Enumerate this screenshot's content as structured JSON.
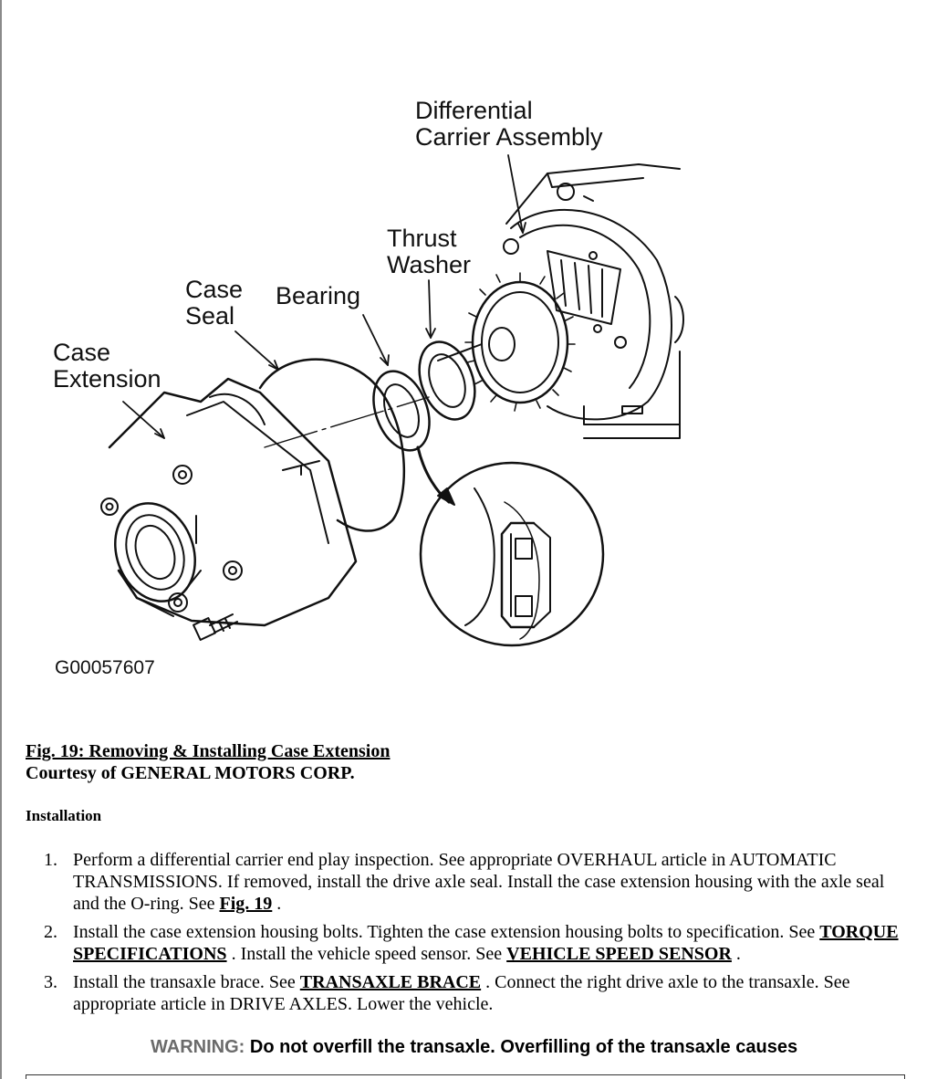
{
  "figure": {
    "callouts": {
      "differential_1": "Differential",
      "differential_2": "Carrier Assembly",
      "thrust_1": "Thrust",
      "thrust_2": "Washer",
      "case_seal_1": "Case",
      "case_seal_2": "Seal",
      "bearing": "Bearing",
      "case_ext_1": "Case",
      "case_ext_2": "Extension"
    },
    "figure_id": "G00057607"
  },
  "caption": {
    "title": "Fig. 19: Removing & Installing Case Extension",
    "courtesy": "Courtesy of GENERAL MOTORS CORP."
  },
  "section": {
    "heading": "Installation"
  },
  "steps": [
    {
      "num": "1.",
      "text_a": "Perform a differential carrier end play inspection. See appropriate OVERHAUL article in AUTOMATIC TRANSMISSIONS. If removed, install the drive axle seal. Install the case extension housing with the axle seal and the O-ring. See ",
      "ref_1": "Fig. 19",
      "text_b": " ."
    },
    {
      "num": "2.",
      "text_a": "Install the case extension housing bolts. Tighten the case extension housing bolts to specification. See ",
      "ref_1": "TORQUE SPECIFICATIONS",
      "text_b": " . Install the vehicle speed sensor. See ",
      "ref_2": "VEHICLE SPEED SENSOR",
      "text_c": " ."
    },
    {
      "num": "3.",
      "text_a": "Install the transaxle brace. See ",
      "ref_1": "TRANSAXLE BRACE",
      "text_b": " . Connect the right drive axle to the transaxle. See appropriate article in DRIVE AXLES. Lower the vehicle."
    }
  ],
  "warning": {
    "label": "WARNING:",
    "text": "Do not overfill the transaxle. Overfilling of the transaxle causes"
  }
}
